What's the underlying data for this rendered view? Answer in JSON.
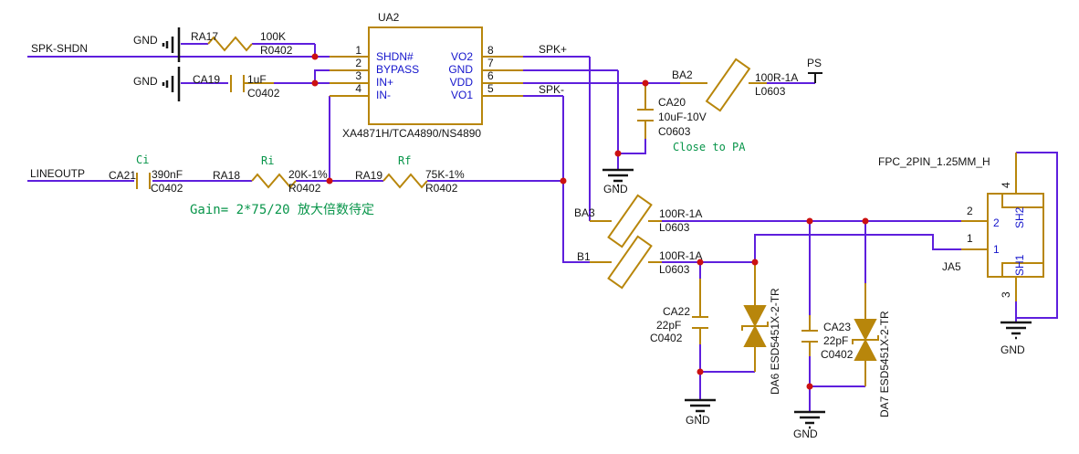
{
  "nets": {
    "spk_shdn": "SPK-SHDN",
    "lineoutp": "LINEOUTP",
    "spk_plus": "SPK+",
    "spk_minus": "SPK-",
    "ps": "PS"
  },
  "gnd_label": "GND",
  "ua2": {
    "designator": "UA2",
    "part": "XA4871H/TCA4890/NS4890",
    "left_pins": [
      {
        "num": "1",
        "name": "SHDN#"
      },
      {
        "num": "2",
        "name": "BYPASS"
      },
      {
        "num": "3",
        "name": "IN+"
      },
      {
        "num": "4",
        "name": "IN-"
      }
    ],
    "right_pins": [
      {
        "num": "8",
        "name": "VO2"
      },
      {
        "num": "7",
        "name": "GND"
      },
      {
        "num": "6",
        "name": "VDD"
      },
      {
        "num": "5",
        "name": "VO1"
      }
    ]
  },
  "components": {
    "ra17": {
      "designator": "RA17",
      "value": "100K",
      "footprint": "R0402"
    },
    "ca19": {
      "designator": "CA19",
      "value": "1uF",
      "footprint": "C0402"
    },
    "ca21": {
      "designator": "CA21",
      "value": "390nF",
      "footprint": "C0402"
    },
    "ra18": {
      "designator": "RA18",
      "value": "20K-1%",
      "footprint": "R0402"
    },
    "ra19": {
      "designator": "RA19",
      "value": "75K-1%",
      "footprint": "R0402"
    },
    "ba2": {
      "designator": "BA2",
      "value": "100R-1A",
      "footprint": "L0603"
    },
    "ca20": {
      "designator": "CA20",
      "value": "10uF-10V",
      "footprint": "C0603"
    },
    "ba3": {
      "designator": "BA3",
      "value": "100R-1A",
      "footprint": "L0603"
    },
    "b1": {
      "designator": "B1",
      "value": "100R-1A",
      "footprint": "L0603"
    },
    "ca22": {
      "designator": "CA22",
      "value": "22pF",
      "footprint": "C0402"
    },
    "ca23": {
      "designator": "CA23",
      "value": "22pF",
      "footprint": "C0402"
    },
    "da6": {
      "label": "DA6 ESD5451X-2-TR"
    },
    "da7": {
      "label": "DA7 ESD5451X-2-TR"
    }
  },
  "ja5": {
    "designator": "JA5",
    "part": "FPC_2PIN_1.25MM_H",
    "pin4": "4",
    "pin3": "3",
    "pin2": "2",
    "pin1": "1",
    "inner_pin2": "2",
    "inner_pin1": "1",
    "sh2": "SH2",
    "sh1": "SH1"
  },
  "notes": {
    "ci": "Ci",
    "ri": "Ri",
    "rf": "Rf",
    "gain": "Gain= 2*75/20 放大倍数待定",
    "close_to_pa": "Close to PA"
  },
  "colors": {
    "wire": "#5E1FDD",
    "part": "#B8860B",
    "junction": "#CC1111",
    "pin_text": "#1414CC",
    "note": "#08954A"
  }
}
